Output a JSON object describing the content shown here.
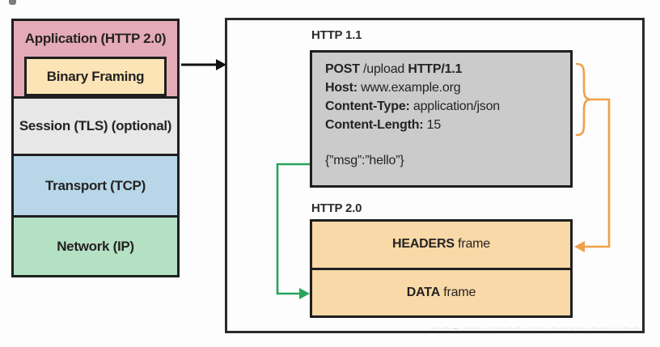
{
  "colors": {
    "app_pink": "#e4abb7",
    "binary_tan": "#fce4b6",
    "session_gray": "#e7e7e7",
    "transport_blue": "#b7d7e9",
    "network_green": "#b4e0c4",
    "request_gray": "#cbcbcb",
    "frame_tan": "#f8d9a7",
    "arrow_green": "#28a35d",
    "arrow_orange": "#f0a04c",
    "border_dark": "#1f1f1f"
  },
  "stack": {
    "application_label": "Application (HTTP 2.0)",
    "binary_framing_label": "Binary Framing",
    "session_label": "Session (TLS) (optional)",
    "transport_label": "Transport (TCP)",
    "network_label": "Network (IP)"
  },
  "panel": {
    "http11_label": "HTTP 1.1",
    "request": {
      "lines": [
        {
          "b1": "POST",
          "r": " /upload ",
          "b2": "HTTP/1.1"
        },
        {
          "b1": "Host:",
          "r": " www.example.org",
          "b2": ""
        },
        {
          "b1": "Content-Type:",
          "r": " application/json",
          "b2": ""
        },
        {
          "b1": "Content-Length:",
          "r": " 15",
          "b2": ""
        }
      ],
      "body": "{”msg”:”hello”}"
    },
    "http20_label": "HTTP 2.0",
    "frames": [
      {
        "b": "HEADERS",
        "r": " frame"
      },
      {
        "b": "DATA",
        "r": " frame"
      }
    ]
  },
  "watermark": "··-···-··–···-··-····-··-···-··-···-··-····-··-···-··-···-··-····-··-···-··"
}
